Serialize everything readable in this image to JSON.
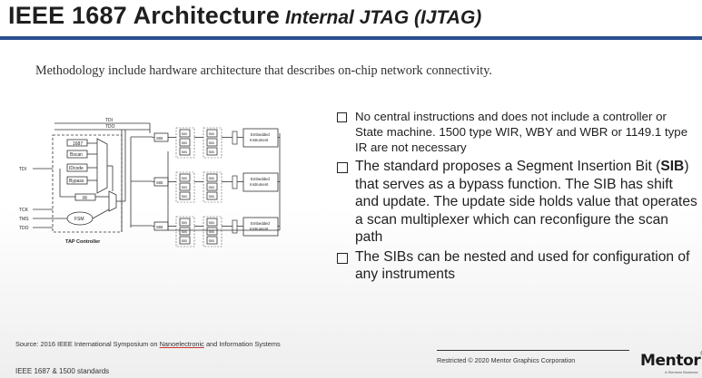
{
  "slide": {
    "title_main": "IEEE 1687 Architecture",
    "title_sub": "Internal JTAG (IJTAG)",
    "intro": "Methodology include hardware architecture that describes on-chip network connectivity.",
    "bullets": {
      "b1": "No central instructions and does not include a controller or State machine. 1500 type WIR, WBY and WBR or 1149.1 type IR are not necessary",
      "b2_pre": "The standard proposes a Segment Insertion Bit (",
      "b2_bold": "SIB",
      "b2_post": ") that serves as a bypass function. The SIB has shift and update. The update side holds value that operates a scan multiplexer which can reconfigure the scan path",
      "b3": "The SIBs can be nested and used for configuration of any instruments"
    },
    "source_pre": "Source: 2016 IEEE International Symposium on ",
    "source_link": "Nanoelectronic",
    "source_post": " and Information Systems",
    "footer_left": "IEEE 1687 & 1500 standards",
    "footer_right": "Restricted © 2020 Mentor Graphics Corporation",
    "logo_text": "Mentor",
    "logo_reg": "®",
    "logo_tagline": "A Siemens Business"
  },
  "diagram": {
    "tdi_top": "TDI",
    "tdo_top": "TDO",
    "reg_1687": "1687",
    "bscan": "Bscan",
    "idcode": "IDcode",
    "bypass": "Bypass",
    "ir": "IR",
    "tdi_left": "TDI",
    "tck": "TCK",
    "tms": "TMS",
    "tdo_left": "TDO",
    "fsm": "FSM",
    "tap_controller": "TAP Controller",
    "sib": "SIB",
    "embedded_instrument": [
      "Embedded",
      "Instrument"
    ]
  }
}
